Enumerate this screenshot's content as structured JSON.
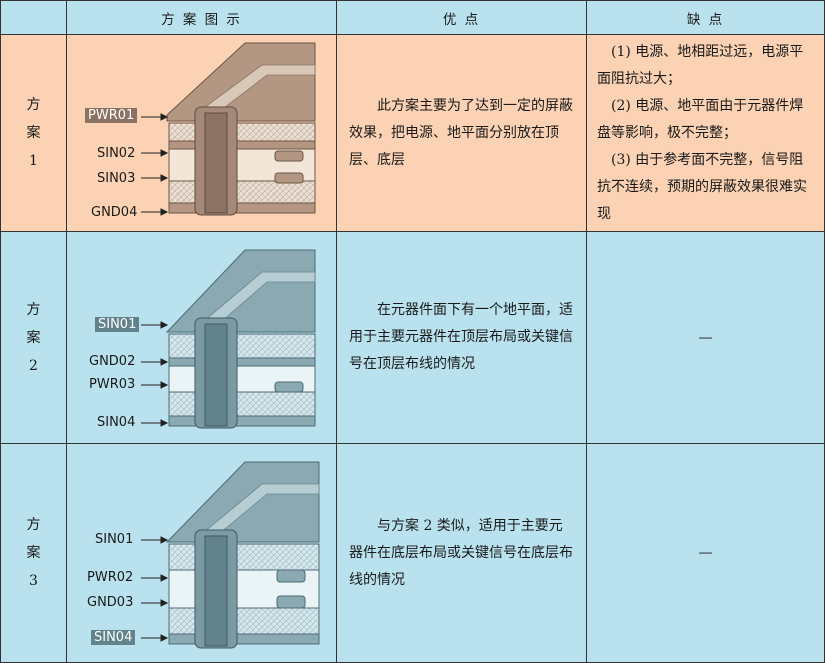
{
  "header": {
    "figure": "方 案 图 示",
    "advantages": "优 点",
    "disadvantages": "缺 点"
  },
  "rows": [
    {
      "label": [
        "方",
        "案",
        "1"
      ],
      "layers": [
        "PWR01",
        "SIN02",
        "SIN03",
        "GND04"
      ],
      "highlight_layer": "PWR01",
      "advantage": "此方案主要为了达到一定的屏蔽效果，把电源、地平面分别放在顶层、底层",
      "disadvantages": [
        "(1) 电源、地相距过远，电源平面阻抗过大；",
        "(2) 电源、地平面由于元器件焊盘等影响，极不完整；",
        "(3) 由于参考面不完整，信号阻抗不连续，预期的屏蔽效果很难实现"
      ],
      "bg_color": "#fbd2b3",
      "board_color": "#b99c86"
    },
    {
      "label": [
        "方",
        "案",
        "2"
      ],
      "layers": [
        "SIN01",
        "GND02",
        "PWR03",
        "SIN04"
      ],
      "highlight_layer": "SIN01",
      "advantage": "在元器件面下有一个地平面，适用于主要元器件在顶层布局或关键信号在顶层布线的情况",
      "disadvantage_dash": "—",
      "bg_color": "#b9e2ee",
      "board_color": "#8fb2bd"
    },
    {
      "label": [
        "方",
        "案",
        "3"
      ],
      "layers": [
        "SIN01",
        "PWR02",
        "GND03",
        "SIN04"
      ],
      "highlight_layer": "SIN04",
      "advantage": "与方案 2 类似，适用于主要元器件在底层布局或关键信号在底层布线的情况",
      "disadvantage_dash": "—",
      "bg_color": "#b9e2ee",
      "board_color": "#8fb2bd"
    }
  ]
}
